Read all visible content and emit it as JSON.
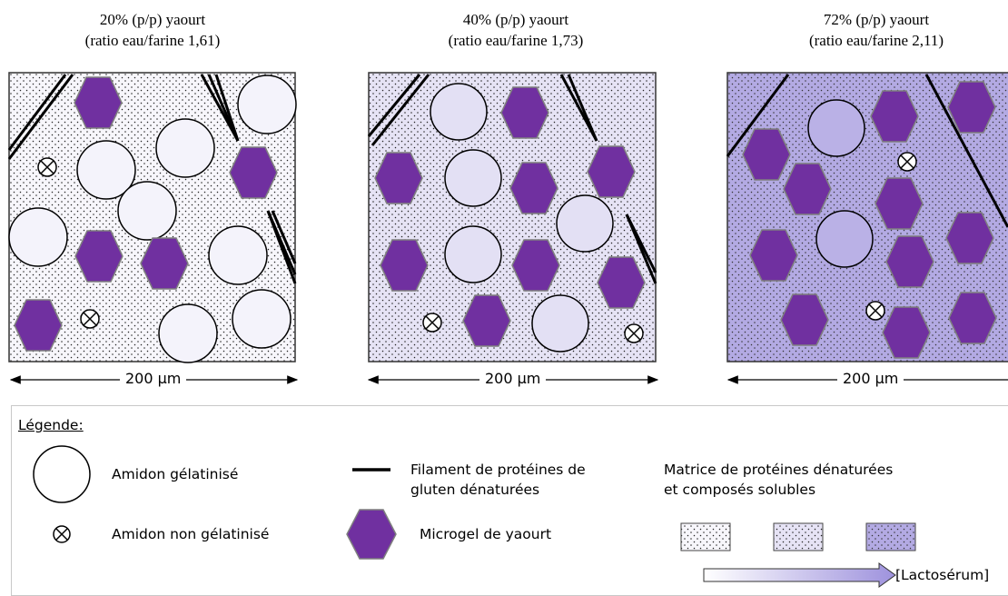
{
  "panels": [
    {
      "title_line1": "20% (p/p) yaourt",
      "title_line2": "(ratio eau/farine  1,61)",
      "matrix_color": "#f7f6fb",
      "starch_fill": "#f4f3fb",
      "scale_label": "200 µm"
    },
    {
      "title_line1": "40% (p/p) yaourt",
      "title_line2": "(ratio eau/farine  1,73)",
      "matrix_color": "#e6e3f5",
      "starch_fill": "#e3e0f4",
      "scale_label": "200 µm"
    },
    {
      "title_line1": "72% (p/p) yaourt",
      "title_line2": "(ratio eau/farine  2,11)",
      "matrix_color": "#b3aae3",
      "starch_fill": "#bab1e6",
      "scale_label": "200 µm"
    }
  ],
  "legend": {
    "title": "Légende:",
    "gelatinized_starch": "Amidon gélatinisé",
    "ungelatinized_starch": "Amidon non gélatinisé",
    "gluten_filament_line1": "Filament de protéines de",
    "gluten_filament_line2": "gluten dénaturées",
    "yogurt_microgel": "Microgel de yaourt",
    "matrix_line1": "Matrice de protéines dénaturées",
    "matrix_line2": "et composés solubles",
    "whey_arrow_label": "[Lactosérum]"
  },
  "colors": {
    "microgel": "#7030a0",
    "microgel_stroke": "#7f7f7f",
    "filament": "#000000"
  },
  "icons": {
    "ungelatinized": "circled-x-icon",
    "gelatinized": "open-circle-icon",
    "microgel": "hexagon-icon"
  }
}
